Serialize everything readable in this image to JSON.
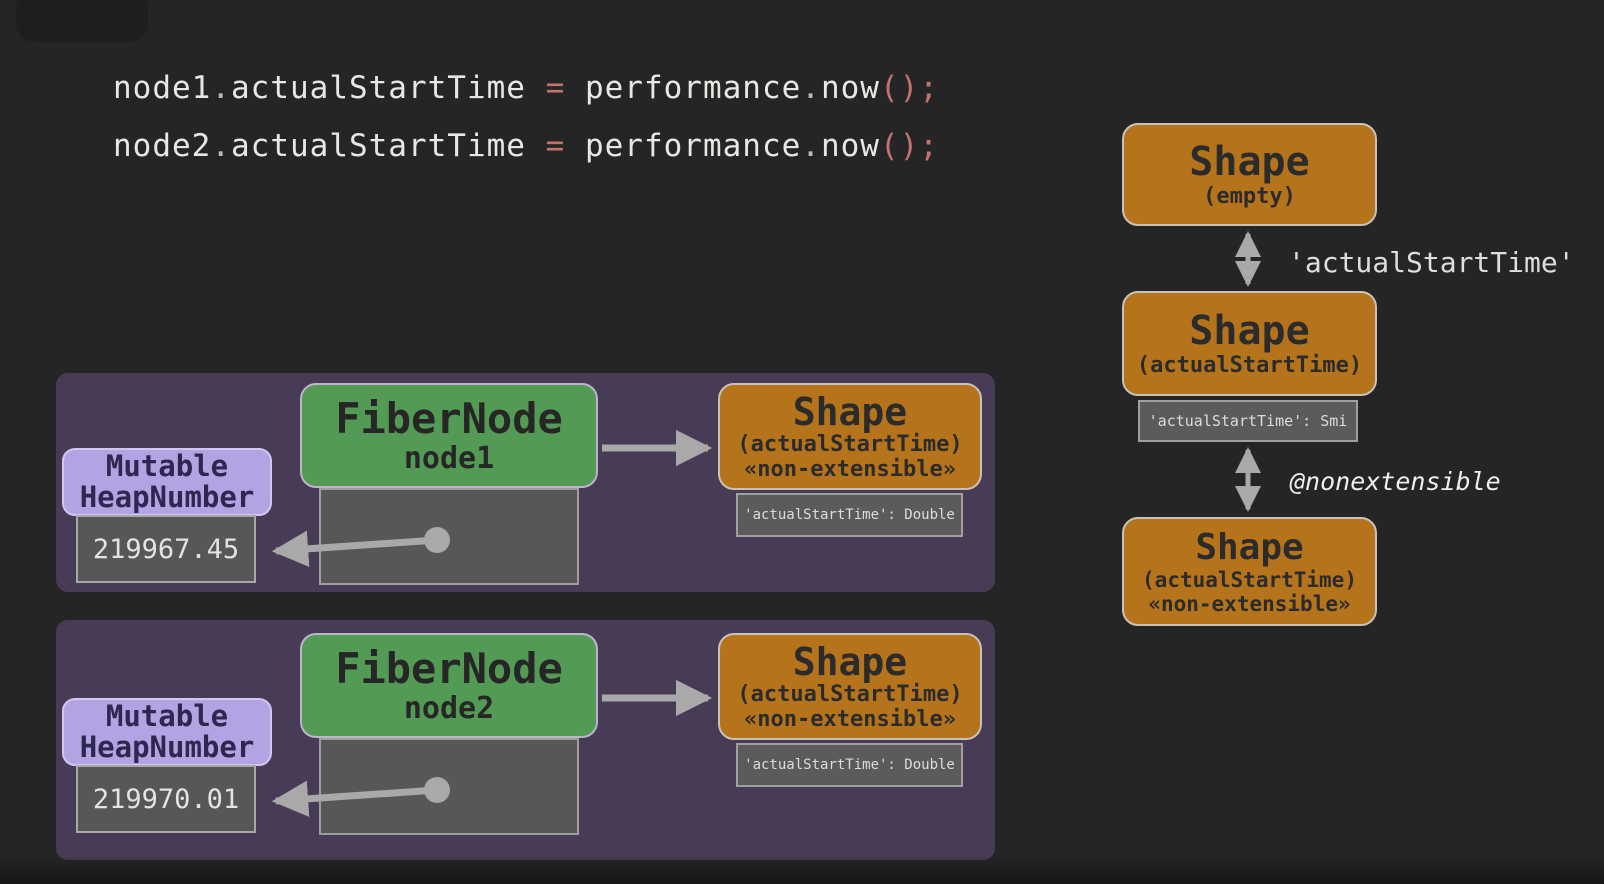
{
  "code": {
    "lines": [
      {
        "tokens": [
          "node1",
          ".",
          "actualStartTime",
          " = ",
          "performance",
          ".",
          "now",
          "();"
        ]
      },
      {
        "tokens": [
          "node2",
          ".",
          "actualStartTime",
          " = ",
          "performance",
          ".",
          "now",
          "();"
        ]
      }
    ]
  },
  "object_panels": [
    {
      "heap_number": {
        "label_line1": "Mutable",
        "label_line2": "HeapNumber",
        "value": "219967.45"
      },
      "fiber_node": {
        "title": "FiberNode",
        "instance": "node1"
      },
      "shape": {
        "title": "Shape",
        "property": "(actualStartTime)",
        "flag": "«non-extensible»",
        "descriptor": "'actualStartTime': Double"
      }
    },
    {
      "heap_number": {
        "label_line1": "Mutable",
        "label_line2": "HeapNumber",
        "value": "219970.01"
      },
      "fiber_node": {
        "title": "FiberNode",
        "instance": "node2"
      },
      "shape": {
        "title": "Shape",
        "property": "(actualStartTime)",
        "flag": "«non-extensible»",
        "descriptor": "'actualStartTime': Double"
      }
    }
  ],
  "shape_chain": {
    "nodes": [
      {
        "title": "Shape",
        "property": "(empty)"
      },
      {
        "title": "Shape",
        "property": "(actualStartTime)",
        "descriptor": "'actualStartTime': Smi"
      },
      {
        "title": "Shape",
        "property": "(actualStartTime)",
        "flag": "«non-extensible»"
      }
    ],
    "transitions": [
      {
        "label": "'actualStartTime'"
      },
      {
        "label": "@nonextensible"
      }
    ]
  },
  "colors": {
    "background": "#252525",
    "panel_purple": "#473b56",
    "fiber_green": "#539b55",
    "shape_orange": "#b5741c",
    "heap_lavender": "#b3a3e3",
    "slot_gray": "#575757",
    "arrow_gray": "#a9a9a9",
    "code_foreground": "#e9e7e3",
    "code_accent": "#c3736c"
  }
}
